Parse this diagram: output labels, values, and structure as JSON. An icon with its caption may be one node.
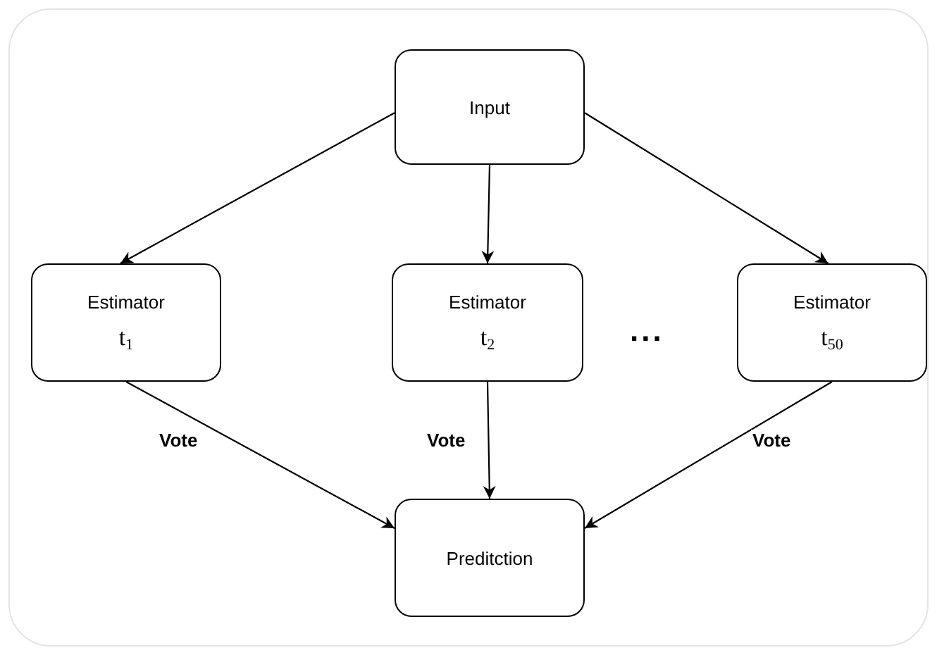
{
  "diagram": {
    "nodes": [
      {
        "text": [
          "Input"
        ]
      },
      {
        "text": [
          "Estimator",
          "t$_{1}$"
        ]
      },
      {
        "text": [
          "Estimator",
          "t$_{2}$"
        ]
      },
      {
        "text": [
          "Estimator",
          "t$_{50}$"
        ]
      },
      {
        "text": [
          "Preditction"
        ]
      }
    ],
    "edges": [
      {
        "from": 0,
        "to": 1,
        "arrow": "to"
      },
      {
        "from": 0,
        "to": 2,
        "arrow": "to"
      },
      {
        "from": 0,
        "to": 3,
        "arrow": "to"
      },
      {
        "from": 1,
        "to": 4,
        "arrow": "to",
        "label": "Vote"
      },
      {
        "from": 2,
        "to": 4,
        "arrow": "to",
        "label": "Vote"
      },
      {
        "from": 3,
        "to": 4,
        "arrow": "to",
        "label": "Vote"
      }
    ],
    "labels": [
      "..."
    ]
  }
}
